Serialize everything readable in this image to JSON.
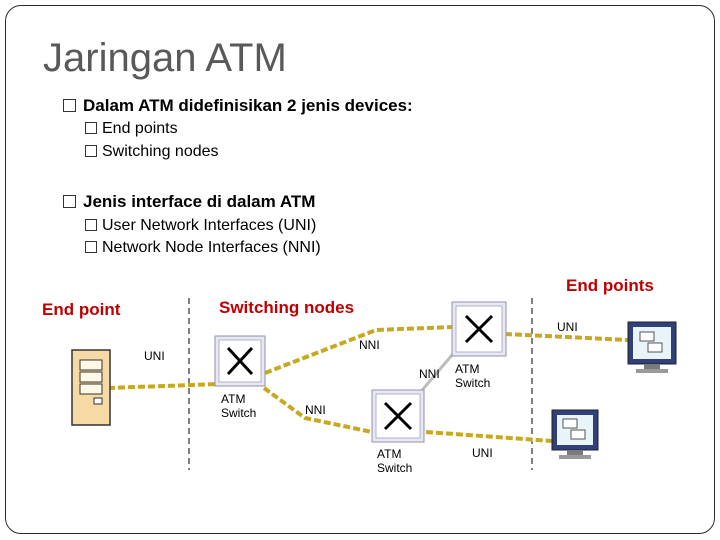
{
  "title": "Jaringan ATM",
  "bullets": [
    {
      "text": "Dalam ATM didefinisikan 2 jenis devices:",
      "subs": [
        "End points",
        "Switching nodes"
      ]
    },
    {
      "text": "Jenis interface di dalam ATM",
      "subs": [
        "User Network Interfaces (UNI)",
        "Network Node Interfaces (NNI)"
      ]
    }
  ],
  "diagram": {
    "label_end_point": "End point",
    "label_switching_nodes": "Switching nodes",
    "label_end_points": "End points",
    "uni": "UNI",
    "nni": "NNI",
    "atm_switch_line1": "ATM",
    "atm_switch_line2": "Switch",
    "colors": {
      "link": "#c8a820",
      "link_nni": "#bdbdbd",
      "label_red": "#c00000",
      "switch_border": "#b0b0d0",
      "switch_face": "#ffffff",
      "dashed_divider": "#000000"
    }
  }
}
